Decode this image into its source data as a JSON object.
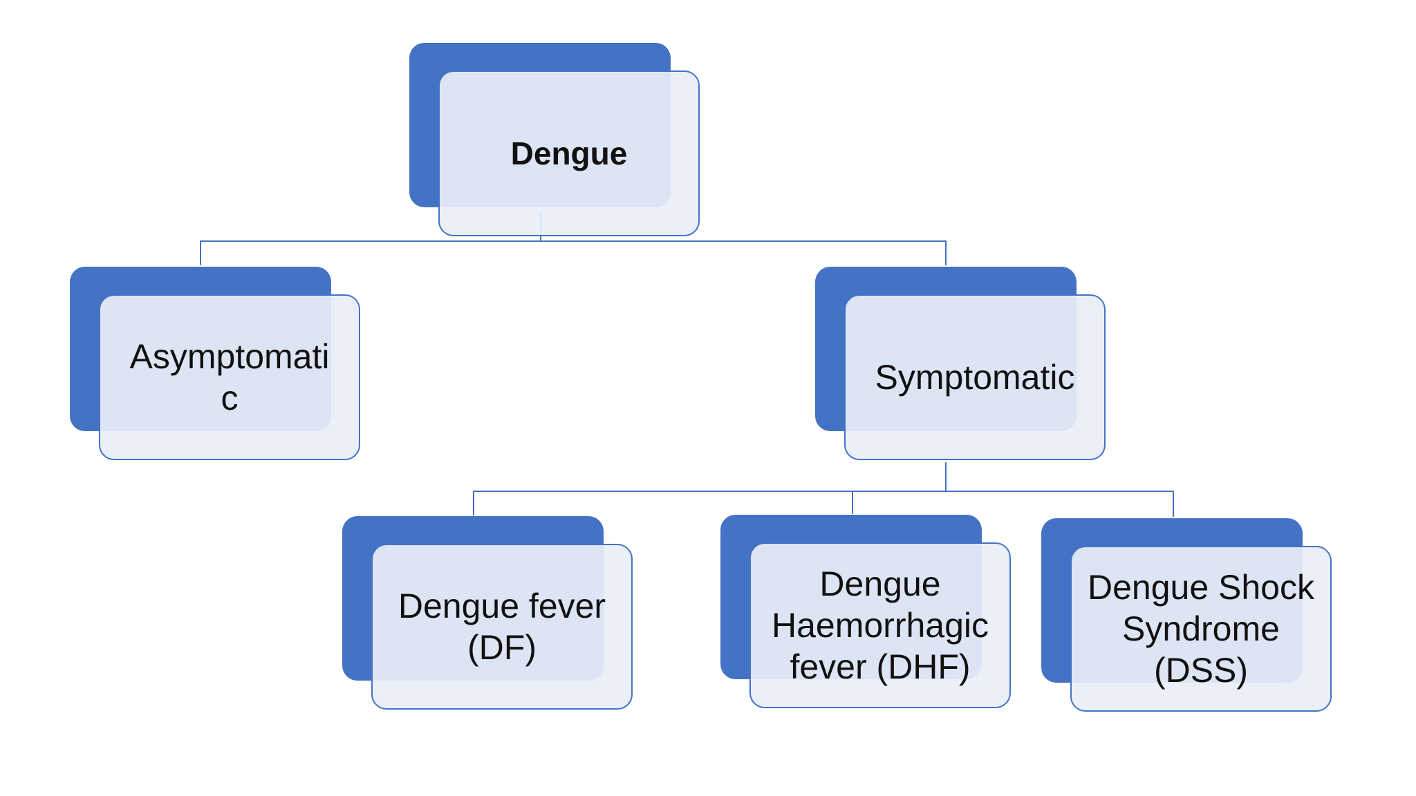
{
  "diagram": {
    "root": {
      "label": "Dengue"
    },
    "level1": [
      {
        "label": "Asymptomatic"
      },
      {
        "label": "Symptomatic"
      }
    ],
    "level2": [
      {
        "label": "Dengue fever (DF)"
      },
      {
        "label": "Dengue Haemorrhagic fever (DHF)"
      },
      {
        "label": "Dengue Shock Syndrome (DSS)"
      }
    ],
    "colors": {
      "box_fill": "#4472c4",
      "card_fill": "#e8eef8",
      "card_border": "#4472c4",
      "connector": "#4472c4",
      "text": "#111111"
    }
  }
}
